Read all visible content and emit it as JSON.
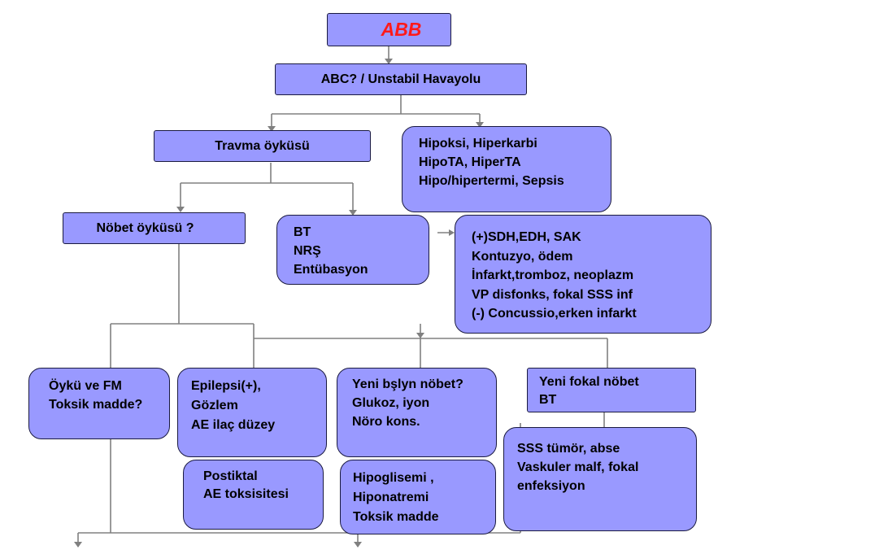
{
  "colors": {
    "node_fill": "#9999ff",
    "node_border": "#1a1a40",
    "title_text": "#ff1a1a",
    "connector": "#808080"
  },
  "nodes": {
    "abb": {
      "lines": [
        "ABB"
      ]
    },
    "abc": {
      "lines": [
        "ABC? / Unstabil Havayolu"
      ]
    },
    "travma": {
      "lines": [
        "Travma öyküsü"
      ]
    },
    "hipoksi": {
      "lines": [
        "Hipoksi, Hiperkarbi",
        "HipoTA, HiperTA",
        "Hipo/hipertermi, Sepsis"
      ]
    },
    "nobet": {
      "lines": [
        "Nöbet öyküsü ?"
      ]
    },
    "bt": {
      "lines": [
        "BT",
        "NRŞ",
        "Entübasyon"
      ]
    },
    "sdh": {
      "lines": [
        "(+)SDH,EDH, SAK",
        "Kontuzyo, ödem",
        "İnfarkt,tromboz, neoplazm",
        "VP disfonks, fokal SSS inf",
        "(-) Concussio,erken  infarkt"
      ]
    },
    "oyku": {
      "lines": [
        "Öykü ve FM",
        "Toksik madde?"
      ]
    },
    "epilepsi": {
      "lines": [
        "Epilepsi(+),",
        "Gözlem",
        "AE ilaç düzey"
      ]
    },
    "yeni_bslyn": {
      "lines": [
        "Yeni bşlyn nöbet?",
        "Glukoz, iyon",
        "Nöro  kons."
      ]
    },
    "yeni_fokal": {
      "lines": [
        "Yeni  fokal nöbet",
        "BT"
      ]
    },
    "postiktal": {
      "lines": [
        "Postiktal",
        "AE toksisitesi"
      ]
    },
    "hipoglisemi": {
      "lines": [
        "Hipoglisemi ,",
        "Hiponatremi",
        "Toksik madde"
      ]
    },
    "sss": {
      "lines": [
        "SSS tümör, abse",
        "Vaskuler malf, fokal",
        "enfeksiyon"
      ]
    }
  }
}
